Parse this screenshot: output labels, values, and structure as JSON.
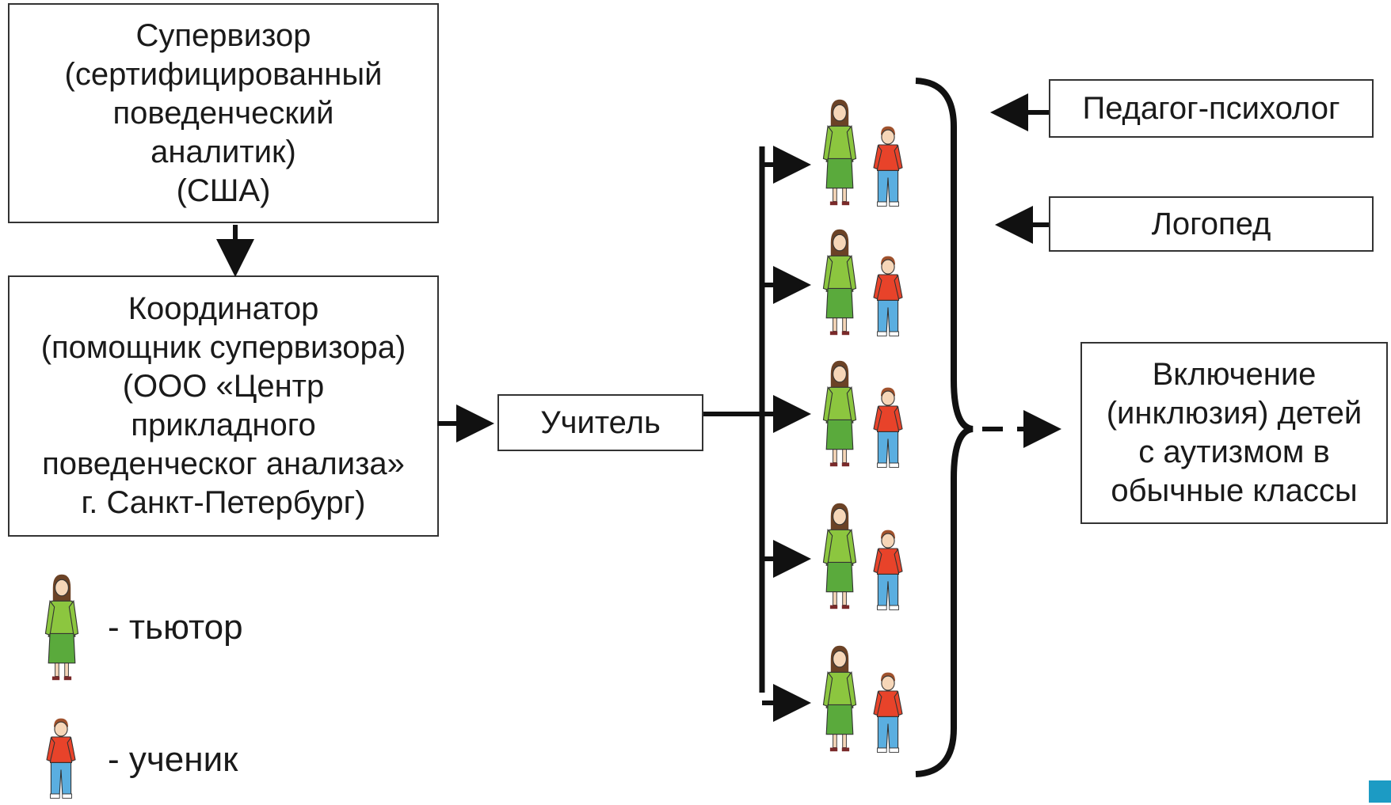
{
  "boxes": {
    "supervisor": [
      "Супервизор",
      "(сертифицированный",
      "поведенческий",
      "аналитик)",
      "(США)"
    ],
    "coordinator": [
      "Координатор",
      "(помощник супервизора)",
      "(ООО «Центр",
      "прикладного",
      "поведенческог анализа»",
      "г. Санкт-Петербург)"
    ],
    "teacher": "Учитель",
    "psychologist": "Педагог-психолог",
    "speech_therapist": "Логопед",
    "inclusion": [
      "Включение",
      "(инклюзия) детей",
      "с аутизмом в",
      "обычные классы"
    ]
  },
  "legend": {
    "tutor": "-   тьютор",
    "student": "-   ученик"
  },
  "pairs": {
    "count": 5,
    "tutor_icon": "tutor-figure-icon",
    "student_icon": "student-figure-icon"
  },
  "colors": {
    "tutor_top": "#8cc63f",
    "tutor_skirt": "#5aaa3c",
    "student_shirt": "#e8432a",
    "student_pants": "#5aaee0",
    "accent": "#1c9bc4"
  }
}
